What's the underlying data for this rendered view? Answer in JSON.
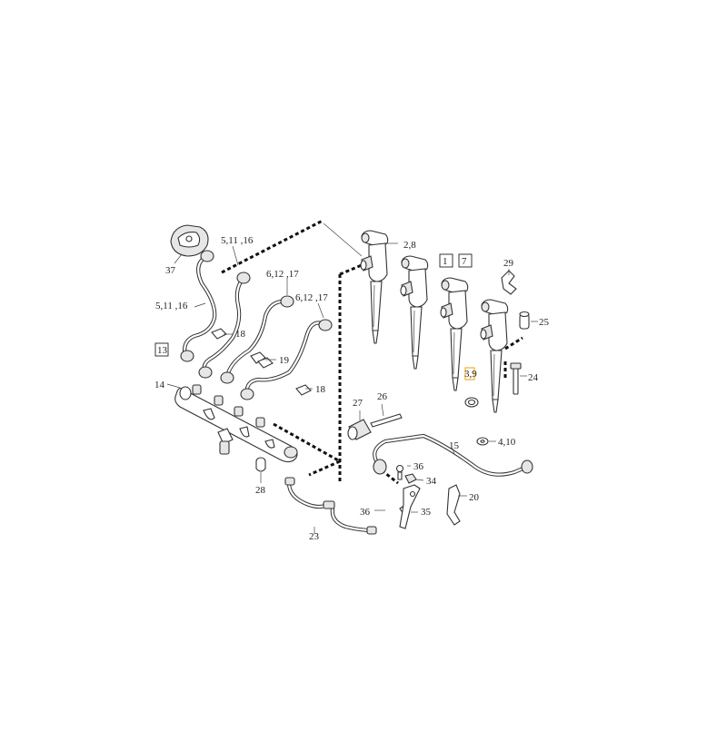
{
  "labels": {
    "l_2_8": "2,8",
    "l_1": "1",
    "l_7": "7",
    "l_29": "29",
    "l_5_11_16_top": "5,11 ,16",
    "l_37": "37",
    "l_6_12_17_a": "6,12 ,17",
    "l_6_12_17_b": "6,12 ,17",
    "l_5_11_16_left": "5,11 ,16",
    "l_18_a": "18",
    "l_25": "25",
    "l_13": "13",
    "l_19": "19",
    "l_3_9": "3,9",
    "l_24": "24",
    "l_14": "14",
    "l_18_b": "18",
    "l_27": "27",
    "l_26": "26",
    "l_4_10": "4,10",
    "l_15": "15",
    "l_36_a": "36",
    "l_34": "34",
    "l_28": "28",
    "l_20": "20",
    "l_36_b": "36",
    "l_35": "35",
    "l_23": "23"
  },
  "colors": {
    "highlight": "#f0b53a",
    "line": "#333333"
  }
}
